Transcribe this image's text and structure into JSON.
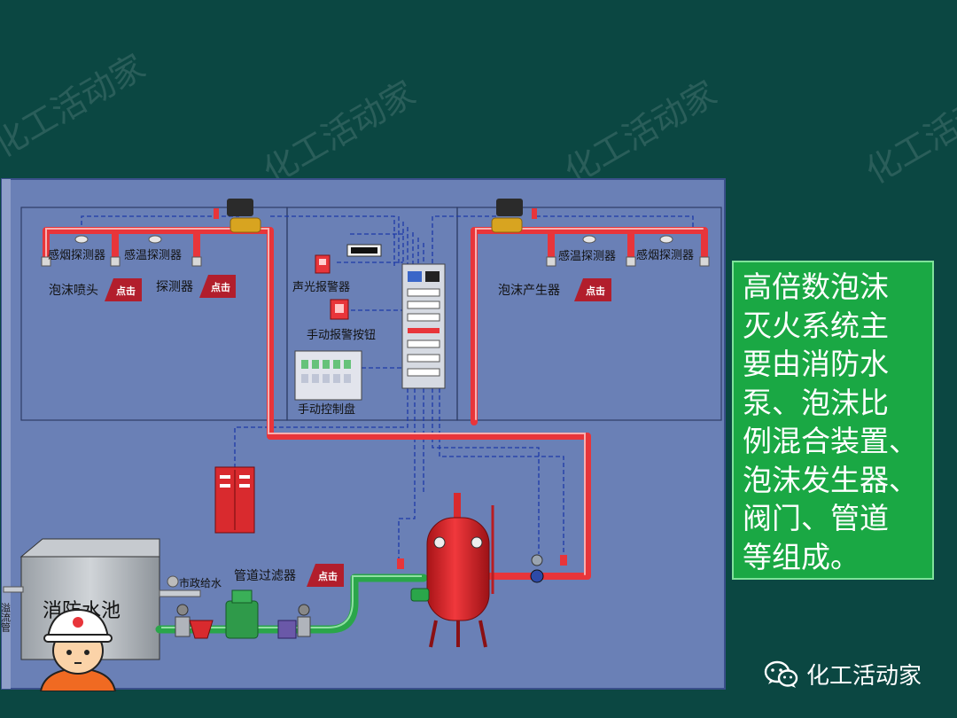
{
  "watermark_text": "化工活动家",
  "labels": {
    "smoke_detector_left": "感烟探测器",
    "temp_detector_left": "感温探测器",
    "foam_nozzle": "泡沫喷头",
    "detector": "探测器",
    "alarm": "声光报警器",
    "manual_alarm_button": "手动报警按钮",
    "manual_control_panel": "手动控制盘",
    "temp_detector_right": "感温探测器",
    "smoke_detector_right": "感烟探测器",
    "foam_generator": "泡沫产生器",
    "pipe_filter": "管道过滤器",
    "city_water": "市政给水",
    "overflow_pipe": "溢流管",
    "fire_pool": "消防水池",
    "click": "点击"
  },
  "info_text": {
    "lines": [
      "高倍数泡沫",
      "灭火系统主",
      "要由消防水",
      "泵、泡沫比",
      "例混合装置、",
      "泡沫发生器、",
      "阀门、管道",
      "等组成。"
    ]
  },
  "brand": {
    "name": "化工活动家",
    "icon": "wechat-icon"
  },
  "colors": {
    "page_bg": "#0b4742",
    "diagram_bg": "#6a80b6",
    "pipe_red": "#e8353a",
    "pipe_green": "#2aa64a",
    "info_bg": "#1aa844",
    "signal_blue": "#1d3aa8"
  }
}
